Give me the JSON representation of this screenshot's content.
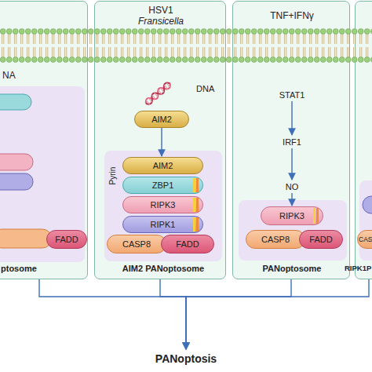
{
  "diagram": {
    "nodes": [
      {
        "text": [
          "NA",
          "ptosome"
        ]
      },
      {
        "text": [
          "FADD"
        ],
        "in": 0
      },
      {
        "text": [
          "HSV1",
          "Fransicella",
          "AIM2 PANoptosome"
        ]
      },
      {
        "text": [
          "AIM2"
        ],
        "in": 2
      },
      {
        "text": [
          "AIM2"
        ],
        "in": 2
      },
      {
        "text": [
          "ZBP1"
        ],
        "in": 2
      },
      {
        "text": [
          "RIPK3"
        ],
        "in": 2
      },
      {
        "text": [
          "RIPK1"
        ],
        "in": 2
      },
      {
        "text": [
          "CASP8"
        ],
        "in": 2
      },
      {
        "text": [
          "FADD"
        ],
        "in": 2
      },
      {
        "text": [
          "TNF+IFNγ",
          "PANoptosome"
        ]
      },
      {
        "text": [
          "STAT1"
        ],
        "in": 10
      },
      {
        "text": [
          "IRF1"
        ],
        "in": 10
      },
      {
        "text": [
          "NO"
        ],
        "in": 10
      },
      {
        "text": [
          "RIPK3"
        ],
        "in": 10
      },
      {
        "text": [
          "CASP8"
        ],
        "in": 10
      },
      {
        "text": [
          "FADD"
        ],
        "in": 10
      },
      {
        "text": [
          "RIPK1P"
        ]
      },
      {
        "text": [
          "CAS"
        ],
        "in": 17
      },
      {
        "text": [
          "PANoptosis"
        ]
      }
    ],
    "edges": [
      {
        "from": 3,
        "to": 4,
        "arrow": "to"
      },
      {
        "from": 11,
        "to": 12,
        "arrow": "to"
      },
      {
        "from": 12,
        "to": 13,
        "arrow": "to"
      },
      {
        "from": 13,
        "to": 14,
        "arrow": "to"
      },
      {
        "from": 0,
        "to": 19,
        "arrow": "to"
      },
      {
        "from": 2,
        "to": 19,
        "arrow": "to"
      },
      {
        "from": 10,
        "to": 19,
        "arrow": "to"
      },
      {
        "from": 17,
        "to": 19,
        "arrow": "to"
      }
    ],
    "labels": [
      "DNA",
      "Pyrin"
    ]
  }
}
